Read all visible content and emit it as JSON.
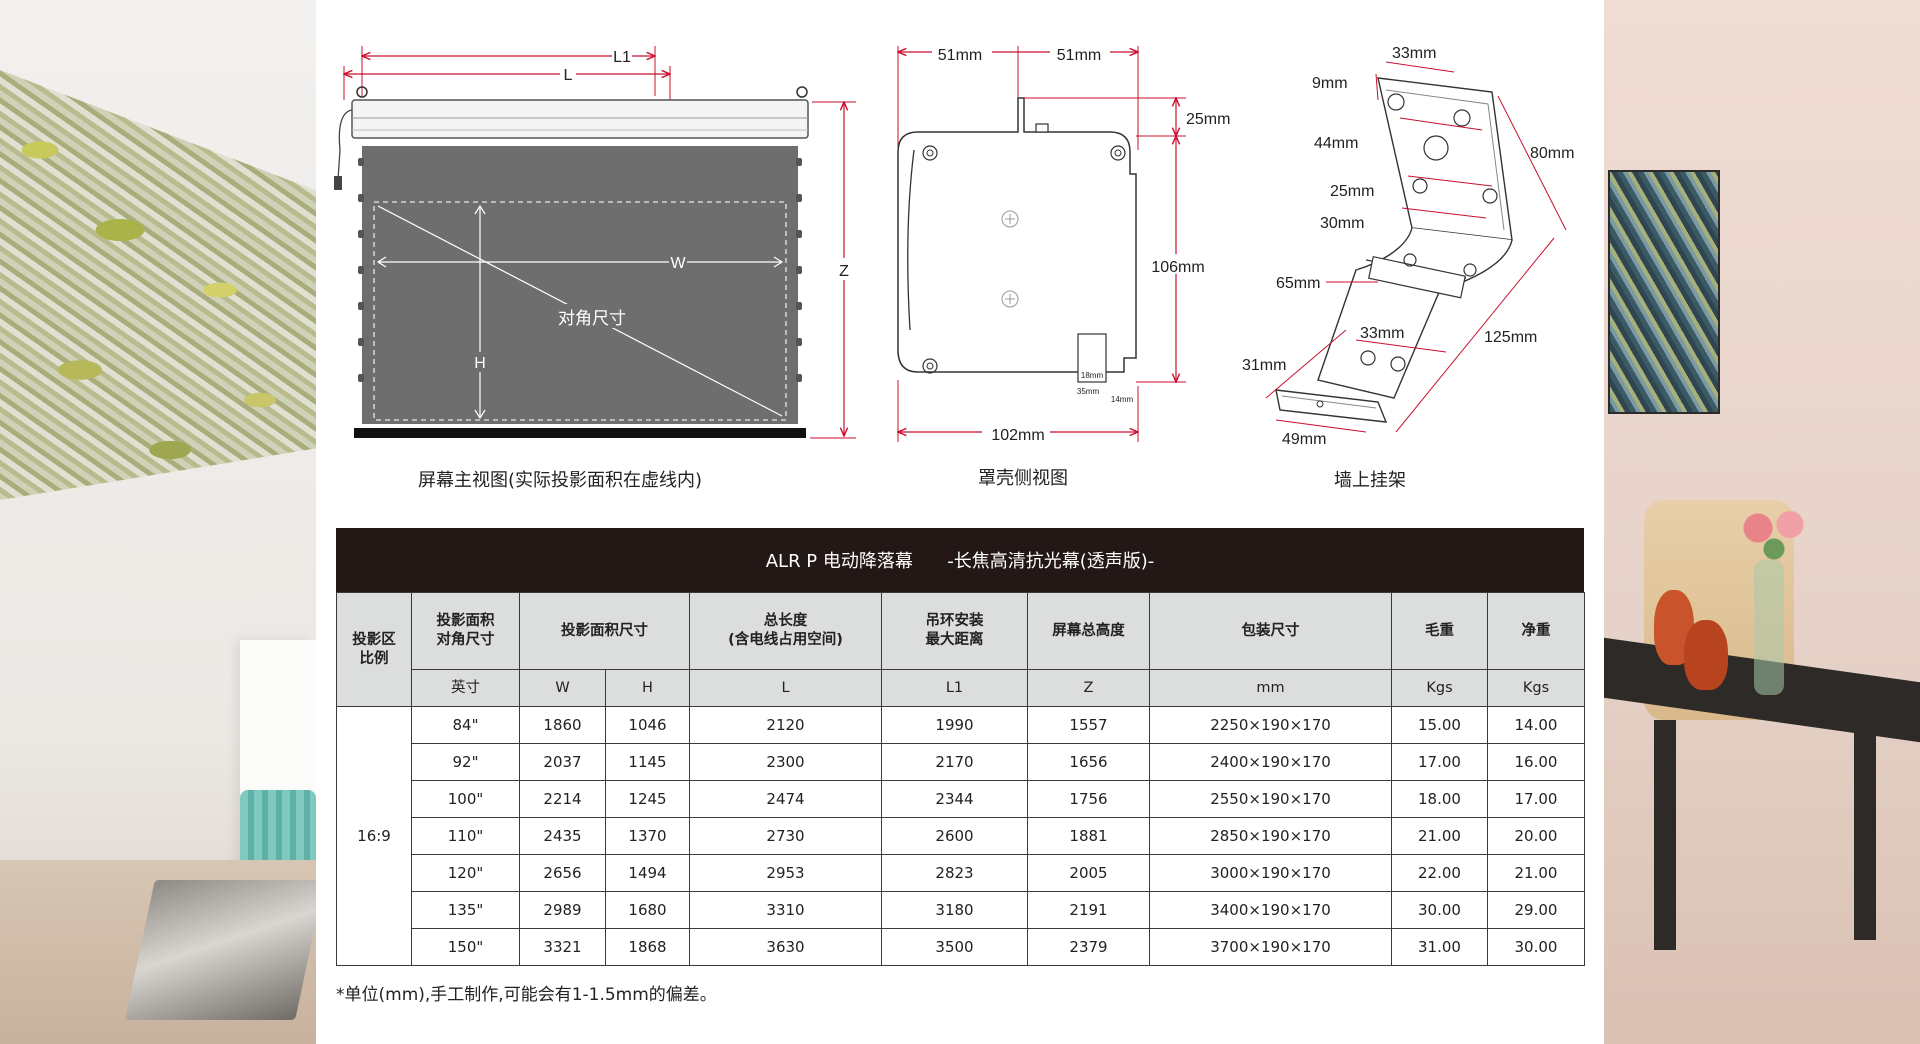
{
  "diagram_labels": {
    "front": {
      "l1": "L1",
      "l": "L",
      "w": "W",
      "h": "H",
      "z": "Z",
      "diagonal": "对角尺寸"
    },
    "side": {
      "left_51": "51mm",
      "right_51": "51mm",
      "d25": "25mm",
      "d106": "106mm",
      "d102": "102mm",
      "d18": "18mm",
      "d35": "35mm",
      "d14": "14mm"
    },
    "bracket": {
      "d33_top": "33mm",
      "d9": "9mm",
      "d44": "44mm",
      "d80": "80mm",
      "d25": "25mm",
      "d30": "30mm",
      "d65": "65mm",
      "d33_mid": "33mm",
      "d125": "125mm",
      "d31": "31mm",
      "d49": "49mm"
    }
  },
  "captions": {
    "front": "屏幕主视图(实际投影面积在虚线内)",
    "side": "罩壳侧视图",
    "bracket": "墙上挂架"
  },
  "table": {
    "title": "ALR P 电动降落幕      -长焦高清抗光幕(透声版)-",
    "headers": {
      "ratio_l1": "投影区",
      "ratio_l2": "比例",
      "diag_l1": "投影面积",
      "diag_l2": "对角尺寸",
      "area": "投影面积尺寸",
      "total_l1": "总长度",
      "total_l2": "(含电线占用空间)",
      "hang_l1": "吊环安装",
      "hang_l2": "最大距离",
      "height": "屏幕总高度",
      "pack": "包装尺寸",
      "gross": "毛重",
      "net": "净重"
    },
    "units": {
      "diag": "英寸",
      "w": "W",
      "h": "H",
      "total": "L",
      "hang": "L1",
      "height": "Z",
      "pack": "mm",
      "gross": "Kgs",
      "net": "Kgs"
    },
    "ratio": "16:9",
    "rows": [
      {
        "size": "84\"",
        "w": "1860",
        "h": "1046",
        "l": "2120",
        "l1": "1990",
        "z": "1557",
        "pack": "2250×190×170",
        "gross": "15.00",
        "net": "14.00"
      },
      {
        "size": "92\"",
        "w": "2037",
        "h": "1145",
        "l": "2300",
        "l1": "2170",
        "z": "1656",
        "pack": "2400×190×170",
        "gross": "17.00",
        "net": "16.00"
      },
      {
        "size": "100\"",
        "w": "2214",
        "h": "1245",
        "l": "2474",
        "l1": "2344",
        "z": "1756",
        "pack": "2550×190×170",
        "gross": "18.00",
        "net": "17.00"
      },
      {
        "size": "110\"",
        "w": "2435",
        "h": "1370",
        "l": "2730",
        "l1": "2600",
        "z": "1881",
        "pack": "2850×190×170",
        "gross": "21.00",
        "net": "20.00"
      },
      {
        "size": "120\"",
        "w": "2656",
        "h": "1494",
        "l": "2953",
        "l1": "2823",
        "z": "2005",
        "pack": "3000×190×170",
        "gross": "22.00",
        "net": "21.00"
      },
      {
        "size": "135\"",
        "w": "2989",
        "h": "1680",
        "l": "3310",
        "l1": "3180",
        "z": "2191",
        "pack": "3400×190×170",
        "gross": "30.00",
        "net": "29.00"
      },
      {
        "size": "150\"",
        "w": "3321",
        "h": "1868",
        "l": "3630",
        "l1": "3500",
        "z": "2379",
        "pack": "3700×190×170",
        "gross": "31.00",
        "net": "30.00"
      }
    ]
  },
  "footnote": "*单位(mm),手工制作,可能会有1-1.5mm的偏差。",
  "colors": {
    "dim_line": "#c8102e",
    "title_bar": "#231815",
    "header_bg": "#dcdddd",
    "screen": "#6e6e6e"
  }
}
